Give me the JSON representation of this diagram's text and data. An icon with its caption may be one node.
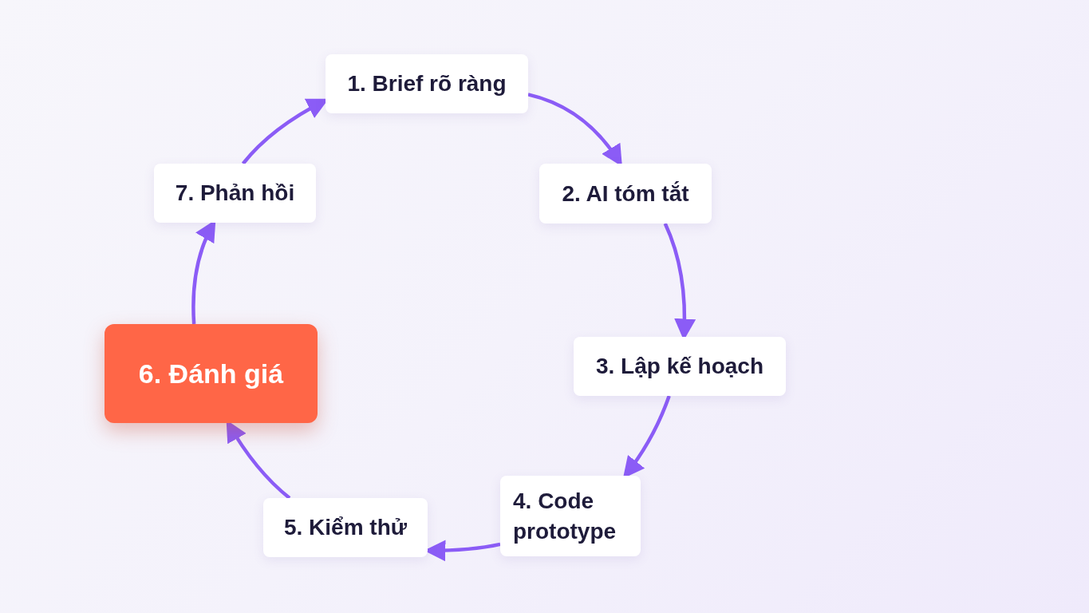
{
  "diagram": {
    "nodes": [
      {
        "text": [
          "1. Brief rõ ràng"
        ]
      },
      {
        "text": [
          "2. AI tóm tắt"
        ]
      },
      {
        "text": [
          "3. Lập kế hoạch"
        ]
      },
      {
        "text": [
          "4. Code prototype"
        ]
      },
      {
        "text": [
          "5. Kiểm thử"
        ]
      },
      {
        "text": [
          "6. Đánh giá"
        ]
      },
      {
        "text": [
          "7. Phản hồi"
        ]
      }
    ],
    "edges": [
      {
        "from": 0,
        "to": 1,
        "arrow": "to"
      },
      {
        "from": 1,
        "to": 2,
        "arrow": "to"
      },
      {
        "from": 2,
        "to": 3,
        "arrow": "to"
      },
      {
        "from": 3,
        "to": 4,
        "arrow": "to"
      },
      {
        "from": 4,
        "to": 5,
        "arrow": "to"
      },
      {
        "from": 5,
        "to": 6,
        "arrow": "to"
      },
      {
        "from": 6,
        "to": 0,
        "arrow": "to"
      }
    ]
  }
}
